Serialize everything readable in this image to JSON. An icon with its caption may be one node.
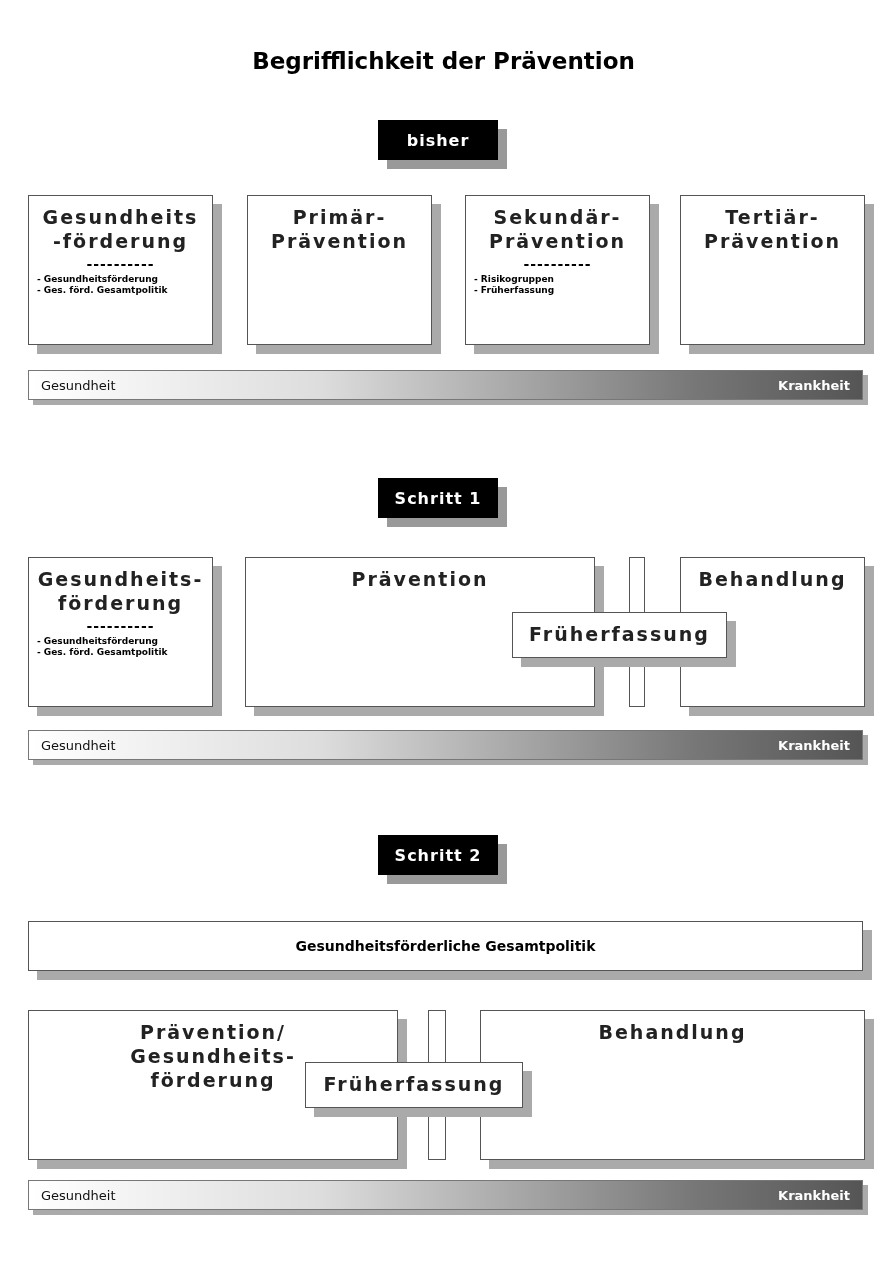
{
  "diagram": {
    "title": "Begrifflichkeit der Prävention",
    "nodes": [
      {
        "text": [
          "bisher"
        ]
      },
      {
        "text": [
          "Gesundheits -förderung",
          "----------",
          "- Gesundheitsförderung",
          "- Ges. förd. Gesamtpolitik"
        ]
      },
      {
        "text": [
          "Primär- Prävention"
        ]
      },
      {
        "text": [
          "Sekundär- Prävention",
          "----------",
          "- Risikogruppen",
          "- Früherfassung"
        ]
      },
      {
        "text": [
          "Tertiär- Prävention"
        ]
      },
      {
        "text": [
          "Gesundheit",
          "Krankheit"
        ]
      },
      {
        "text": [
          "Schritt 1"
        ]
      },
      {
        "text": [
          "Gesundheits- förderung",
          "----------",
          "- Gesundheitsförderung",
          "- Ges. förd. Gesamtpolitik"
        ]
      },
      {
        "text": [
          "Prävention"
        ]
      },
      {
        "text": [],
        "shape": "bar"
      },
      {
        "text": [
          "Behandlung"
        ]
      },
      {
        "text": [
          "Früherfassung"
        ]
      },
      {
        "text": [
          "Gesundheit",
          "Krankheit"
        ]
      },
      {
        "text": [
          "Schritt 2"
        ]
      },
      {
        "text": [
          "Gesundheitsförderliche Gesamtpolitik"
        ]
      },
      {
        "text": [
          "Prävention/ Gesundheits- förderung"
        ]
      },
      {
        "text": [],
        "shape": "bar"
      },
      {
        "text": [
          "Behandlung"
        ]
      },
      {
        "text": [
          "Früherfassung"
        ]
      },
      {
        "text": [
          "Gesundheit",
          "Krankheit"
        ]
      }
    ]
  }
}
